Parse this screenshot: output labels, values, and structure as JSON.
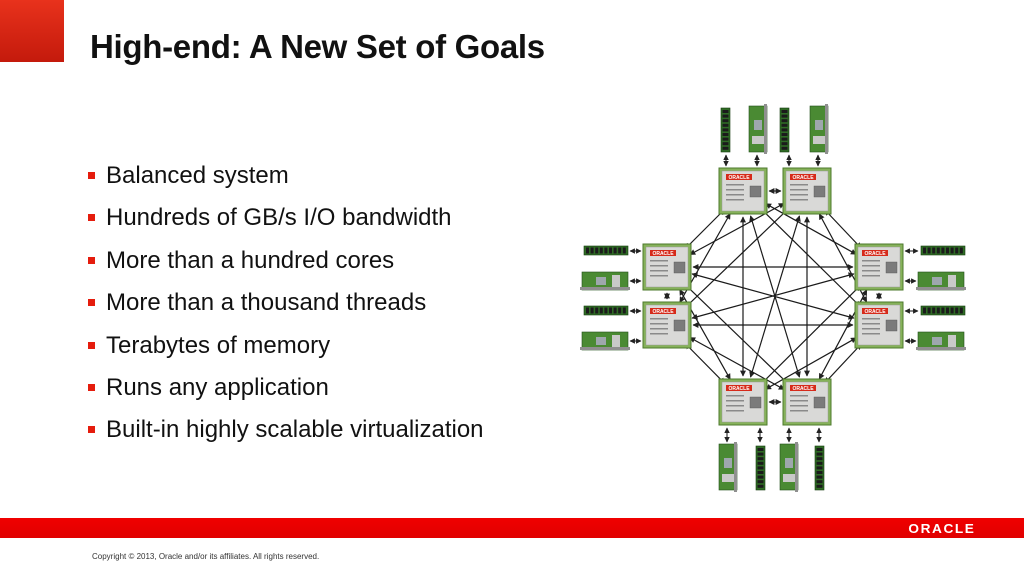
{
  "slide": {
    "title": "High-end: A New Set of Goals",
    "bullets": [
      "Balanced system",
      "Hundreds of GB/s I/O bandwidth",
      "More than a hundred cores",
      "More than a thousand threads",
      "Terabytes of memory",
      "Runs any application",
      "Built-in highly scalable virtualization"
    ]
  },
  "diagram": {
    "chip_label": "ORACLE",
    "chip_count": 8
  },
  "footer": {
    "logo": "ORACLE",
    "copyright": "Copyright © 2013, Oracle and/or its affiliates. All rights reserved."
  },
  "colors": {
    "accent_red": "#e51c0d",
    "chip_green": "#7fae52",
    "board_green": "#3f7a2c"
  }
}
